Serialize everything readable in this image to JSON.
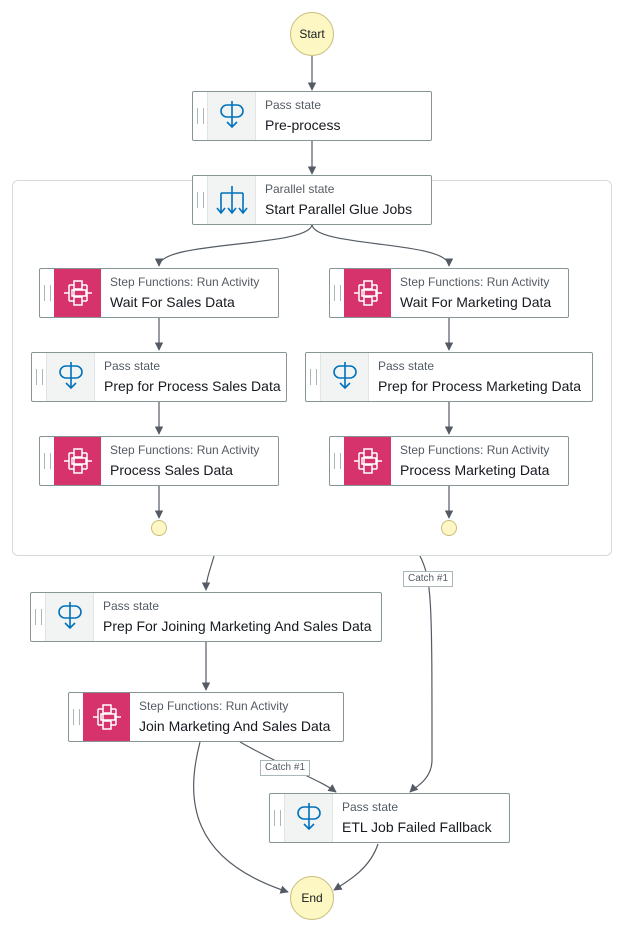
{
  "start_label": "Start",
  "end_label": "End",
  "nodes": {
    "preprocess": {
      "type": "Pass state",
      "name": "Pre-process"
    },
    "parallel": {
      "type": "Parallel state",
      "name": "Start Parallel Glue Jobs"
    },
    "wait_sales": {
      "type": "Step Functions: Run Activity",
      "name": "Wait For Sales Data"
    },
    "prep_sales": {
      "type": "Pass state",
      "name": "Prep for Process Sales Data"
    },
    "process_sales": {
      "type": "Step Functions: Run Activity",
      "name": "Process Sales Data"
    },
    "wait_marketing": {
      "type": "Step Functions: Run Activity",
      "name": "Wait For Marketing Data"
    },
    "prep_marketing": {
      "type": "Pass state",
      "name": "Prep for Process Marketing Data"
    },
    "process_marketing": {
      "type": "Step Functions: Run Activity",
      "name": "Process Marketing Data"
    },
    "prep_join": {
      "type": "Pass state",
      "name": "Prep For Joining Marketing And Sales Data"
    },
    "join": {
      "type": "Step Functions: Run Activity",
      "name": "Join Marketing And Sales Data"
    },
    "fallback": {
      "type": "Pass state",
      "name": "ETL Job Failed Fallback"
    }
  },
  "edge_labels": {
    "catch_parallel": "Catch #1",
    "catch_join": "Catch #1"
  },
  "colors": {
    "activity": "#d6336c",
    "pass_icon": "#0073bb",
    "terminal": "#fdf7c3",
    "edge": "#545b64"
  },
  "icons": {
    "pass": "pass-state-icon",
    "parallel": "parallel-state-icon",
    "activity": "activity-icon"
  }
}
